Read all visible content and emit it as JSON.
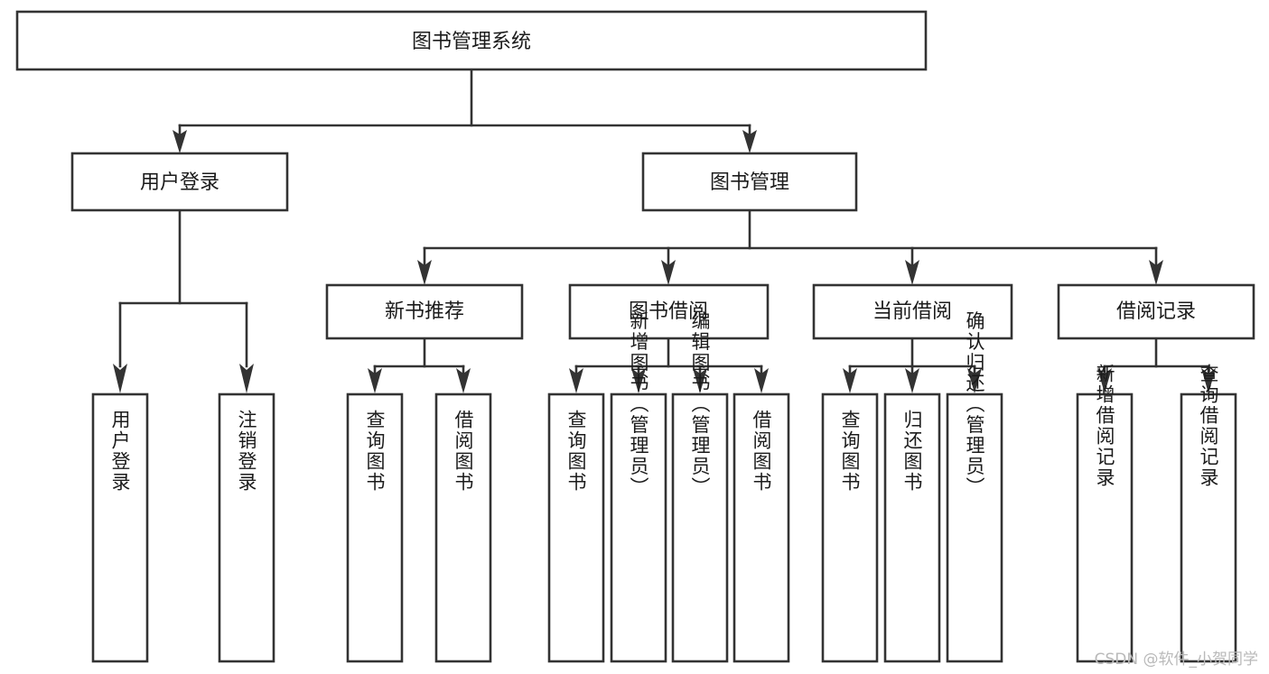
{
  "diagram": {
    "type": "tree-hierarchy",
    "title": "图书管理系统",
    "root": {
      "id": "root",
      "label": "图书管理系统"
    },
    "level2": [
      {
        "id": "user-login",
        "label": "用户登录"
      },
      {
        "id": "book-management",
        "label": "图书管理"
      }
    ],
    "level3": [
      {
        "id": "new-book-recommend",
        "label": "新书推荐",
        "parent": "book-management"
      },
      {
        "id": "book-borrow",
        "label": "图书借阅",
        "parent": "book-management"
      },
      {
        "id": "current-borrow",
        "label": "当前借阅",
        "parent": "book-management"
      },
      {
        "id": "borrow-record",
        "label": "借阅记录",
        "parent": "book-management"
      }
    ],
    "leaves": [
      {
        "id": "leaf-user-login",
        "label": "用户登录",
        "parent": "user-login"
      },
      {
        "id": "leaf-logout",
        "label": "注销登录",
        "parent": "user-login"
      },
      {
        "id": "leaf-query-book-1",
        "label": "查询图书",
        "parent": "new-book-recommend"
      },
      {
        "id": "leaf-borrow-book-1",
        "label": "借阅图书",
        "parent": "new-book-recommend"
      },
      {
        "id": "leaf-query-book-2",
        "label": "查询图书",
        "parent": "book-borrow"
      },
      {
        "id": "leaf-add-book",
        "label": "新增图书（管理员）",
        "parent": "book-borrow"
      },
      {
        "id": "leaf-edit-book",
        "label": "编辑图书（管理员）",
        "parent": "book-borrow"
      },
      {
        "id": "leaf-borrow-book-2",
        "label": "借阅图书",
        "parent": "book-borrow"
      },
      {
        "id": "leaf-query-book-3",
        "label": "查询图书",
        "parent": "current-borrow"
      },
      {
        "id": "leaf-return-book",
        "label": "归还图书",
        "parent": "current-borrow"
      },
      {
        "id": "leaf-confirm-return",
        "label": "确认归还（管理员）",
        "parent": "current-borrow"
      },
      {
        "id": "leaf-add-record",
        "label": "新增借阅记录",
        "parent": "borrow-record"
      },
      {
        "id": "leaf-query-record",
        "label": "查询借阅记录",
        "parent": "borrow-record"
      }
    ],
    "colors": {
      "box_stroke": "#333333",
      "box_fill": "#ffffff",
      "text": "#1b1b1b",
      "background": "#ffffff",
      "watermark": "#b9b9b9"
    }
  },
  "watermark": {
    "text": "CSDN @软件_小贺同学"
  }
}
